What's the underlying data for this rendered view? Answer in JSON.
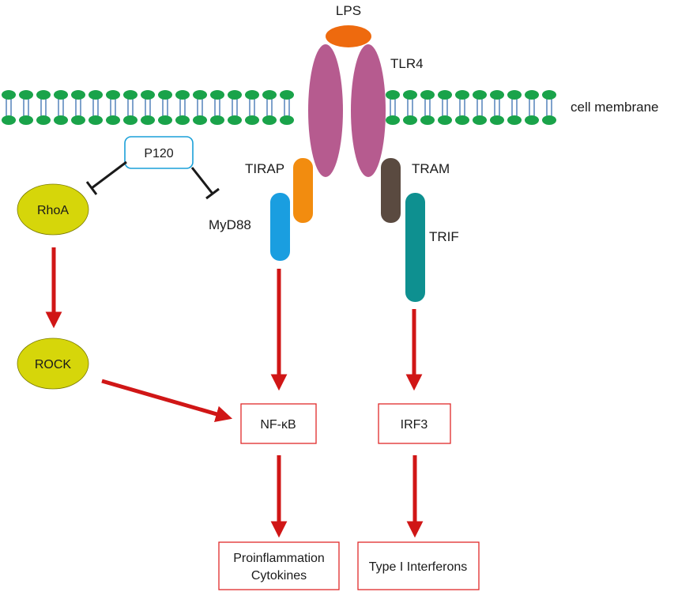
{
  "labels": {
    "lps": "LPS",
    "tlr4": "TLR4",
    "membrane": "cell membrane",
    "p120": "P120",
    "tirap": "TIRAP",
    "tram": "TRAM",
    "rhoa": "RhoA",
    "myd88": "MyD88",
    "trif": "TRIF",
    "rock": "ROCK",
    "nfkb": "NF-κB",
    "irf3": "IRF3",
    "proinflammation_line1": "Proinflammation",
    "proinflammation_line2": "Cytokines",
    "interferons": "Type I Interferons"
  },
  "colors": {
    "lipid_head": "#1aa34a",
    "lipid_tail": "#3a6fb0",
    "lps": "#ee6a0e",
    "tlr4": "#b65b8f",
    "tirap": "#f28c0f",
    "myd88": "#1a9ee0",
    "tram": "#5a4a40",
    "trif": "#0e9090",
    "rho_rock_fill": "#d6d60a",
    "activation_arrow": "#d01616",
    "inhibition": "#1a1a1a",
    "p120_border": "#1aa0d8",
    "node_border": "#e02a2a"
  }
}
